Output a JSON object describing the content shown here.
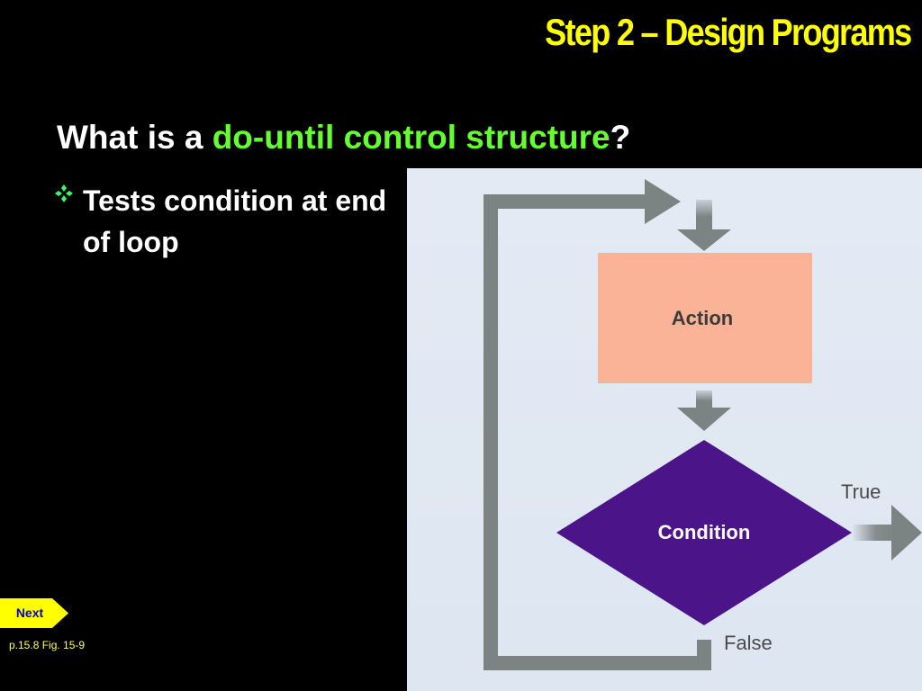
{
  "slide": {
    "title": "Step 2 – Design Programs",
    "question_prefix": "What is a ",
    "question_highlight": "do-until control structure",
    "question_suffix": "?",
    "bullet": "Tests condition at end of loop"
  },
  "diagram": {
    "action_label": "Action",
    "condition_label": "Condition",
    "true_label": "True",
    "false_label": "False"
  },
  "nav": {
    "next_label": "Next",
    "page_reference": "p.15.8 Fig. 15-9"
  },
  "colors": {
    "title": "#ffff00",
    "highlight": "#66ff33",
    "bullet_icon": "#33ff66",
    "action_fill": "#fbb397",
    "condition_fill": "#4b1488",
    "arrows": "#7b8383",
    "next_button": "#ffff00"
  },
  "icons": {
    "bullet": "four-diamond-bullet-icon",
    "next": "arrow-tag-icon"
  }
}
